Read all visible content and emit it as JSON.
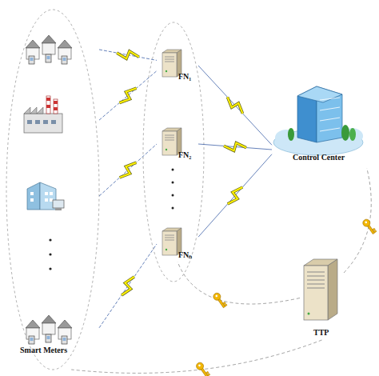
{
  "diagram": {
    "nodes": [
      {
        "text": [
          "Smart Meters"
        ]
      },
      {
        "text": [
          "FN₁"
        ]
      },
      {
        "text": [
          "FN₂"
        ]
      },
      {
        "text": [
          "FNₙ"
        ]
      },
      {
        "text": [
          "Control Center"
        ]
      },
      {
        "text": [
          "TTP"
        ]
      }
    ],
    "edges": [
      {
        "from": 0,
        "to": 1,
        "arrow": "none"
      },
      {
        "from": 0,
        "to": 1,
        "arrow": "none"
      },
      {
        "from": 0,
        "to": 2,
        "arrow": "none"
      },
      {
        "from": 0,
        "to": 3,
        "arrow": "none"
      },
      {
        "from": 1,
        "to": 4,
        "arrow": "none"
      },
      {
        "from": 2,
        "to": 4,
        "arrow": "none"
      },
      {
        "from": 3,
        "to": 4,
        "arrow": "none"
      },
      {
        "from": 5,
        "to": 4,
        "arrow": "none"
      },
      {
        "from": 5,
        "to": 3,
        "arrow": "none"
      },
      {
        "from": 5,
        "to": 0,
        "arrow": "none"
      }
    ]
  }
}
